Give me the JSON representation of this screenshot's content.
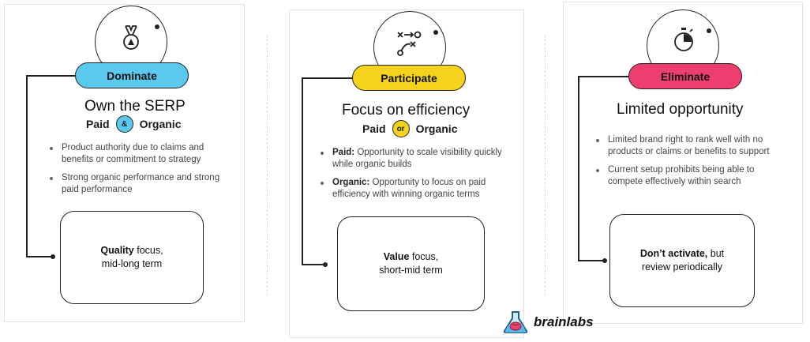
{
  "colors": {
    "dominate": "#5bc8ee",
    "participate": "#f5d31c",
    "eliminate": "#ee3e6e",
    "ink": "#222222"
  },
  "columns": [
    {
      "pill": "Dominate",
      "icon": "medal-icon",
      "heading": "Own the SERP",
      "sub_left": "Paid",
      "sub_connector": "&",
      "sub_right": "Organic",
      "bullets": [
        {
          "bold": "",
          "text": "Product authority due to claims and benefits or commitment to strategy"
        },
        {
          "bold": "",
          "text": "Strong organic performance and strong paid performance"
        }
      ],
      "box_bold": "Quality",
      "box_rest": " focus,",
      "box_line2": "mid-long term"
    },
    {
      "pill": "Participate",
      "icon": "strategy-play-icon",
      "heading": "Focus on efficiency",
      "sub_left": "Paid",
      "sub_connector": "or",
      "sub_right": "Organic",
      "bullets": [
        {
          "bold": "Paid:",
          "text": " Opportunity to scale visibility quickly while organic builds"
        },
        {
          "bold": "Organic:",
          "text": " Opportunity to focus on paid efficiency with winning organic terms"
        }
      ],
      "box_bold": "Value",
      "box_rest": " focus,",
      "box_line2": "short-mid term"
    },
    {
      "pill": "Eliminate",
      "icon": "stopwatch-icon",
      "heading": "Limited opportunity",
      "bullets": [
        {
          "bold": "",
          "text": "Limited brand right to rank well with no products or claims or benefits to support"
        },
        {
          "bold": "",
          "text": "Current setup prohibits being able to compete effectively within search"
        }
      ],
      "box_bold": "Don’t activate,",
      "box_rest": " but",
      "box_line2": "review periodically"
    }
  ],
  "brand": {
    "name": "brainlabs",
    "icon": "flask-brain-icon"
  }
}
